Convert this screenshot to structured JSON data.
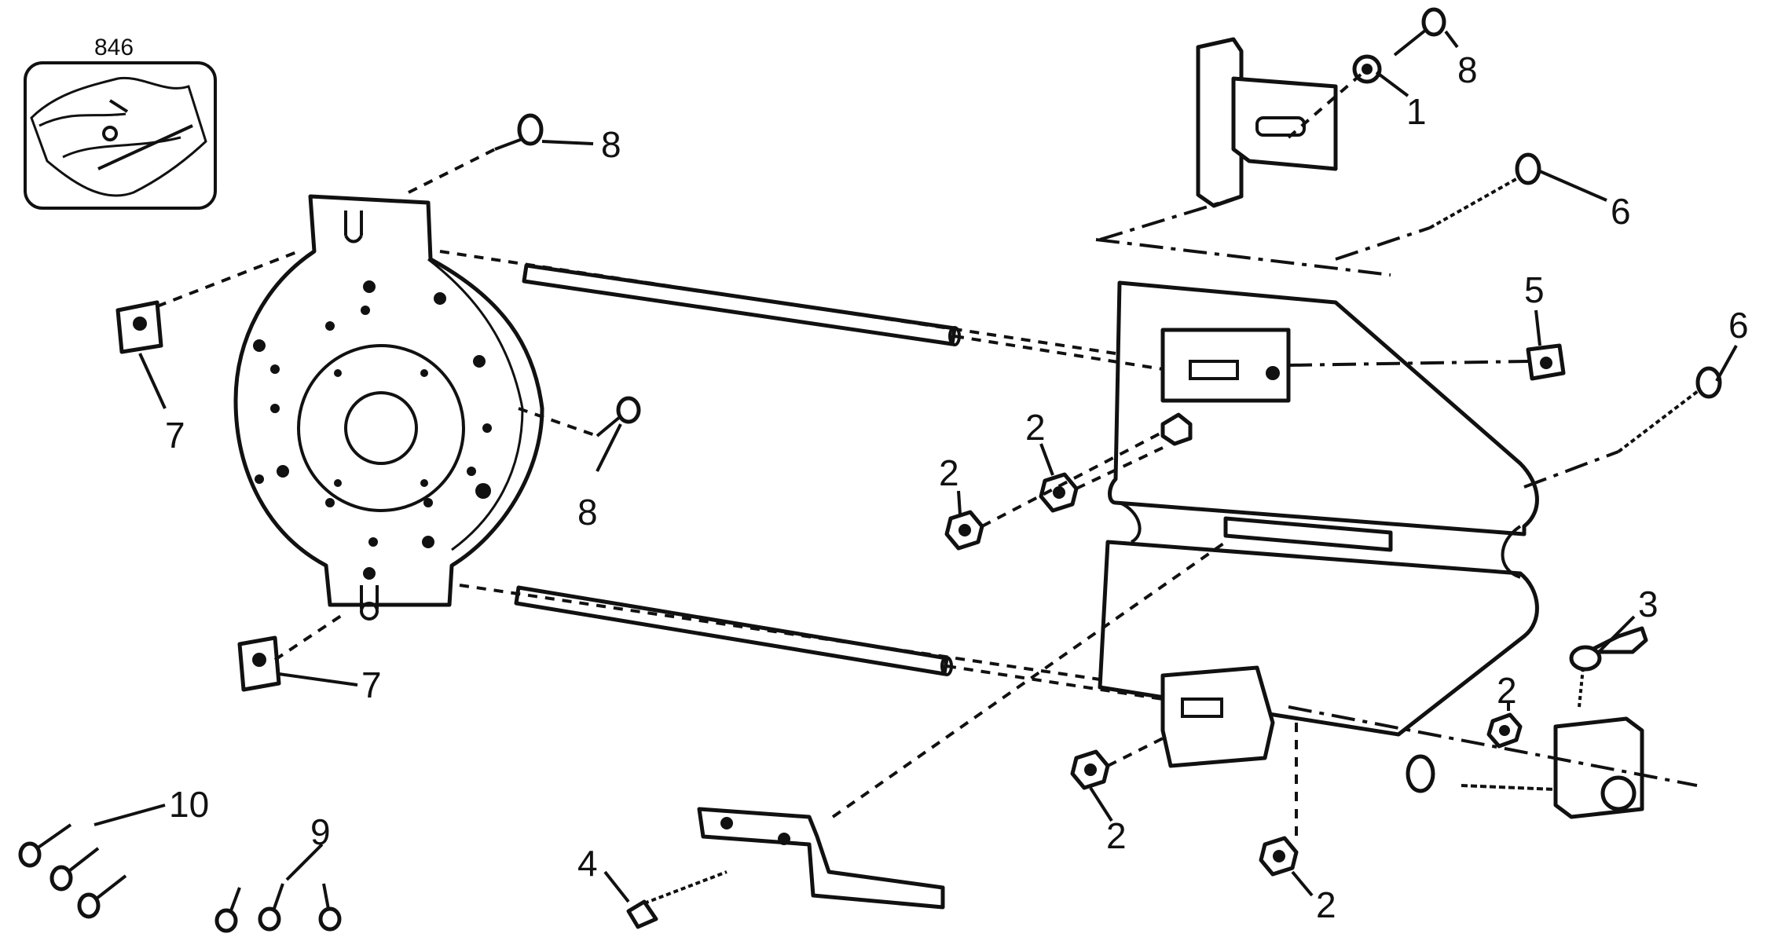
{
  "inset": {
    "number": "846"
  },
  "callouts": [
    {
      "id": "c-8a",
      "text": "8"
    },
    {
      "id": "c-8b",
      "text": "8"
    },
    {
      "id": "c-1",
      "text": "1"
    },
    {
      "id": "c-8c",
      "text": "8"
    },
    {
      "id": "c-6a",
      "text": "6"
    },
    {
      "id": "c-6b",
      "text": "6"
    },
    {
      "id": "c-5",
      "text": "5"
    },
    {
      "id": "c-7a",
      "text": "7"
    },
    {
      "id": "c-7b",
      "text": "7"
    },
    {
      "id": "c-2a",
      "text": "2"
    },
    {
      "id": "c-2b",
      "text": "2"
    },
    {
      "id": "c-2c",
      "text": "2"
    },
    {
      "id": "c-2d",
      "text": "2"
    },
    {
      "id": "c-2e",
      "text": "2"
    },
    {
      "id": "c-3",
      "text": "3"
    },
    {
      "id": "c-4",
      "text": "4"
    },
    {
      "id": "c-9",
      "text": "9"
    },
    {
      "id": "c-10",
      "text": "10"
    }
  ]
}
